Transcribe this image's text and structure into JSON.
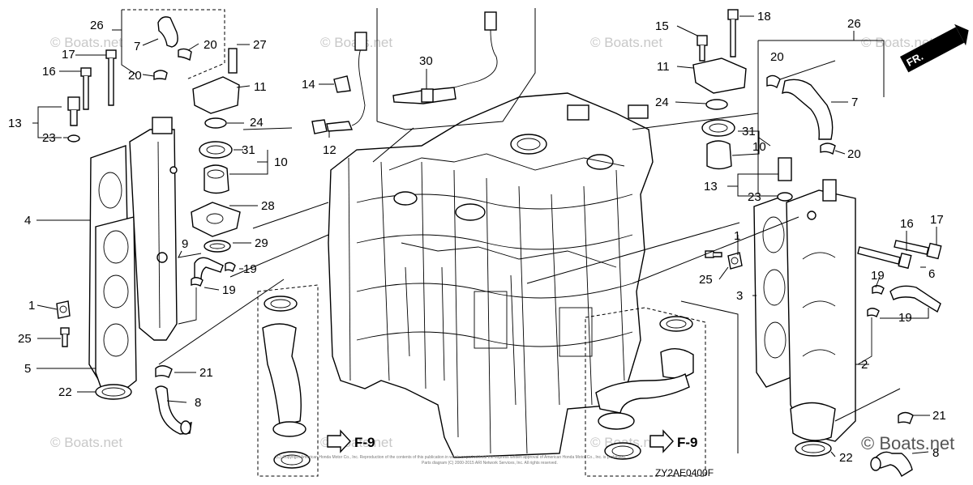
{
  "watermark": "© Boats.net",
  "watermark_large": "© Boats.net",
  "figure_code": "ZY2AE0400F",
  "front_marker": "FR.",
  "copyright_line1": "(C) Copyright American Honda Motor Co., Inc. Reproduction of the contents of this publication in whole or part without the express written approval of American Honda Motor Co., Inc. is prohibited.",
  "copyright_line2": "Parts diagram (C) 2000-2015 ARI Network Services, Inc. All rights reserved.",
  "ref_left": "F-9",
  "ref_right": "F-9",
  "callouts": {
    "c1a": "1",
    "c1b": "1",
    "c2": "2",
    "c3": "3",
    "c4": "4",
    "c5": "5",
    "c6": "6",
    "c7a": "7",
    "c7b": "7",
    "c8a": "8",
    "c8b": "8",
    "c9": "9",
    "c10a": "10",
    "c10b": "10",
    "c11a": "11",
    "c11b": "11",
    "c12": "12",
    "c13a": "13",
    "c13b": "13",
    "c14": "14",
    "c15": "15",
    "c16a": "16",
    "c16b": "16",
    "c17a": "17",
    "c17b": "17",
    "c18": "18",
    "c19a": "19",
    "c19b": "19",
    "c19c": "19",
    "c19d": "19",
    "c20a": "20",
    "c20b": "20",
    "c20c": "20",
    "c20d": "20",
    "c21a": "21",
    "c21b": "21",
    "c22a": "22",
    "c22b": "22",
    "c23a": "23",
    "c23b": "23",
    "c24a": "24",
    "c24b": "24",
    "c25a": "25",
    "c25b": "25",
    "c26a": "26",
    "c26b": "26",
    "c27": "27",
    "c28": "28",
    "c29": "29",
    "c30": "30",
    "c31a": "31",
    "c31b": "31"
  }
}
